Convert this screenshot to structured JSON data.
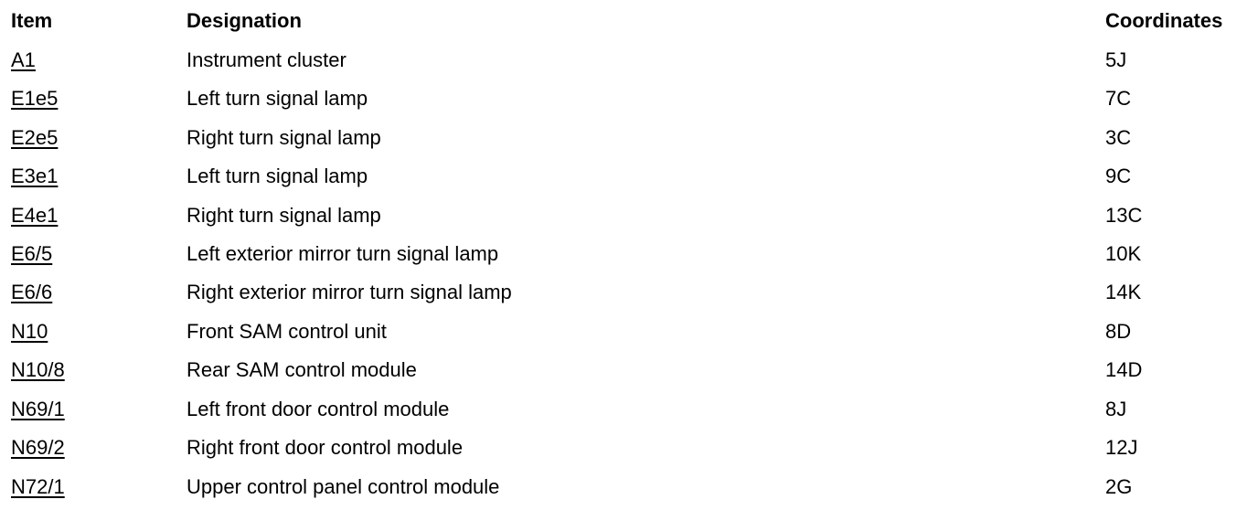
{
  "table": {
    "headers": {
      "item": "Item",
      "designation": "Designation",
      "coordinates": "Coordinates"
    },
    "rows": [
      {
        "item": "A1",
        "designation": "Instrument cluster",
        "coordinates": "5J"
      },
      {
        "item": "E1e5",
        "designation": "Left turn signal lamp",
        "coordinates": "7C"
      },
      {
        "item": "E2e5",
        "designation": "Right turn signal lamp",
        "coordinates": "3C"
      },
      {
        "item": "E3e1",
        "designation": "Left turn signal lamp",
        "coordinates": "9C"
      },
      {
        "item": "E4e1",
        "designation": "Right turn signal lamp",
        "coordinates": "13C"
      },
      {
        "item": "E6/5",
        "designation": "Left exterior mirror turn signal lamp",
        "coordinates": "10K"
      },
      {
        "item": "E6/6",
        "designation": "Right exterior mirror turn signal lamp",
        "coordinates": "14K"
      },
      {
        "item": "N10",
        "designation": "Front SAM control unit",
        "coordinates": "8D"
      },
      {
        "item": "N10/8",
        "designation": "Rear SAM control module",
        "coordinates": "14D"
      },
      {
        "item": "N69/1",
        "designation": "Left front door control module",
        "coordinates": "8J"
      },
      {
        "item": "N69/2",
        "designation": "Right front door control module",
        "coordinates": "12J"
      },
      {
        "item": "N72/1",
        "designation": "Upper control panel control module",
        "coordinates": "2G"
      }
    ]
  }
}
